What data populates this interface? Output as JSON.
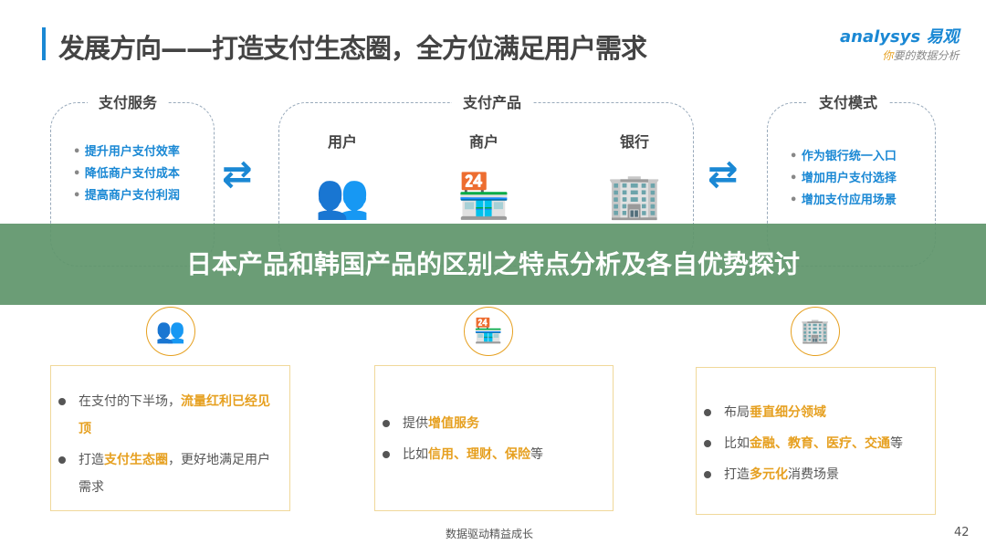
{
  "title": "发展方向——打造支付生态圈，全方位满足用户需求",
  "logo": {
    "brand": "analysys 易观",
    "tagline_accent": "你",
    "tagline": "要的数据分析"
  },
  "top": {
    "service": {
      "title": "支付服务",
      "items": [
        "提升用户支付效率",
        "降低商户支付成本",
        "提高商户支付利润"
      ]
    },
    "product": {
      "title": "支付产品",
      "columns": [
        "用户",
        "商户",
        "银行"
      ]
    },
    "mode": {
      "title": "支付模式",
      "items": [
        "作为银行统一入口",
        "增加用户支付选择",
        "增加支付应用场景"
      ]
    }
  },
  "banner": "日本产品和韩国产品的区别之特点分析及各自优势探讨",
  "cards": [
    [
      [
        {
          "t": "在支付的下半场，",
          "h": false
        },
        {
          "t": "流量红利已经见顶",
          "h": true
        }
      ],
      [
        {
          "t": "打造",
          "h": false
        },
        {
          "t": "支付生态圈",
          "h": true
        },
        {
          "t": "，更好地满足用户需求",
          "h": false
        }
      ]
    ],
    [
      [
        {
          "t": "提供",
          "h": false
        },
        {
          "t": "增值服务",
          "h": true
        }
      ],
      [
        {
          "t": "比如",
          "h": false
        },
        {
          "t": "信用、理财、保险",
          "h": true
        },
        {
          "t": "等",
          "h": false
        }
      ]
    ],
    [
      [
        {
          "t": "布局",
          "h": false
        },
        {
          "t": "垂直细分领域",
          "h": true
        }
      ],
      [
        {
          "t": "比如",
          "h": false
        },
        {
          "t": "金融、教育、医疗、交通",
          "h": true
        },
        {
          "t": "等",
          "h": false
        }
      ],
      [
        {
          "t": "打造",
          "h": false
        },
        {
          "t": "多元化",
          "h": true
        },
        {
          "t": "消费场景",
          "h": false
        }
      ]
    ]
  ],
  "footer": {
    "slogan": "数据驱动精益成长",
    "page": "42"
  },
  "colors": {
    "blue": "#1a88d4",
    "orange": "#e6a020",
    "banner": "#60966c"
  }
}
